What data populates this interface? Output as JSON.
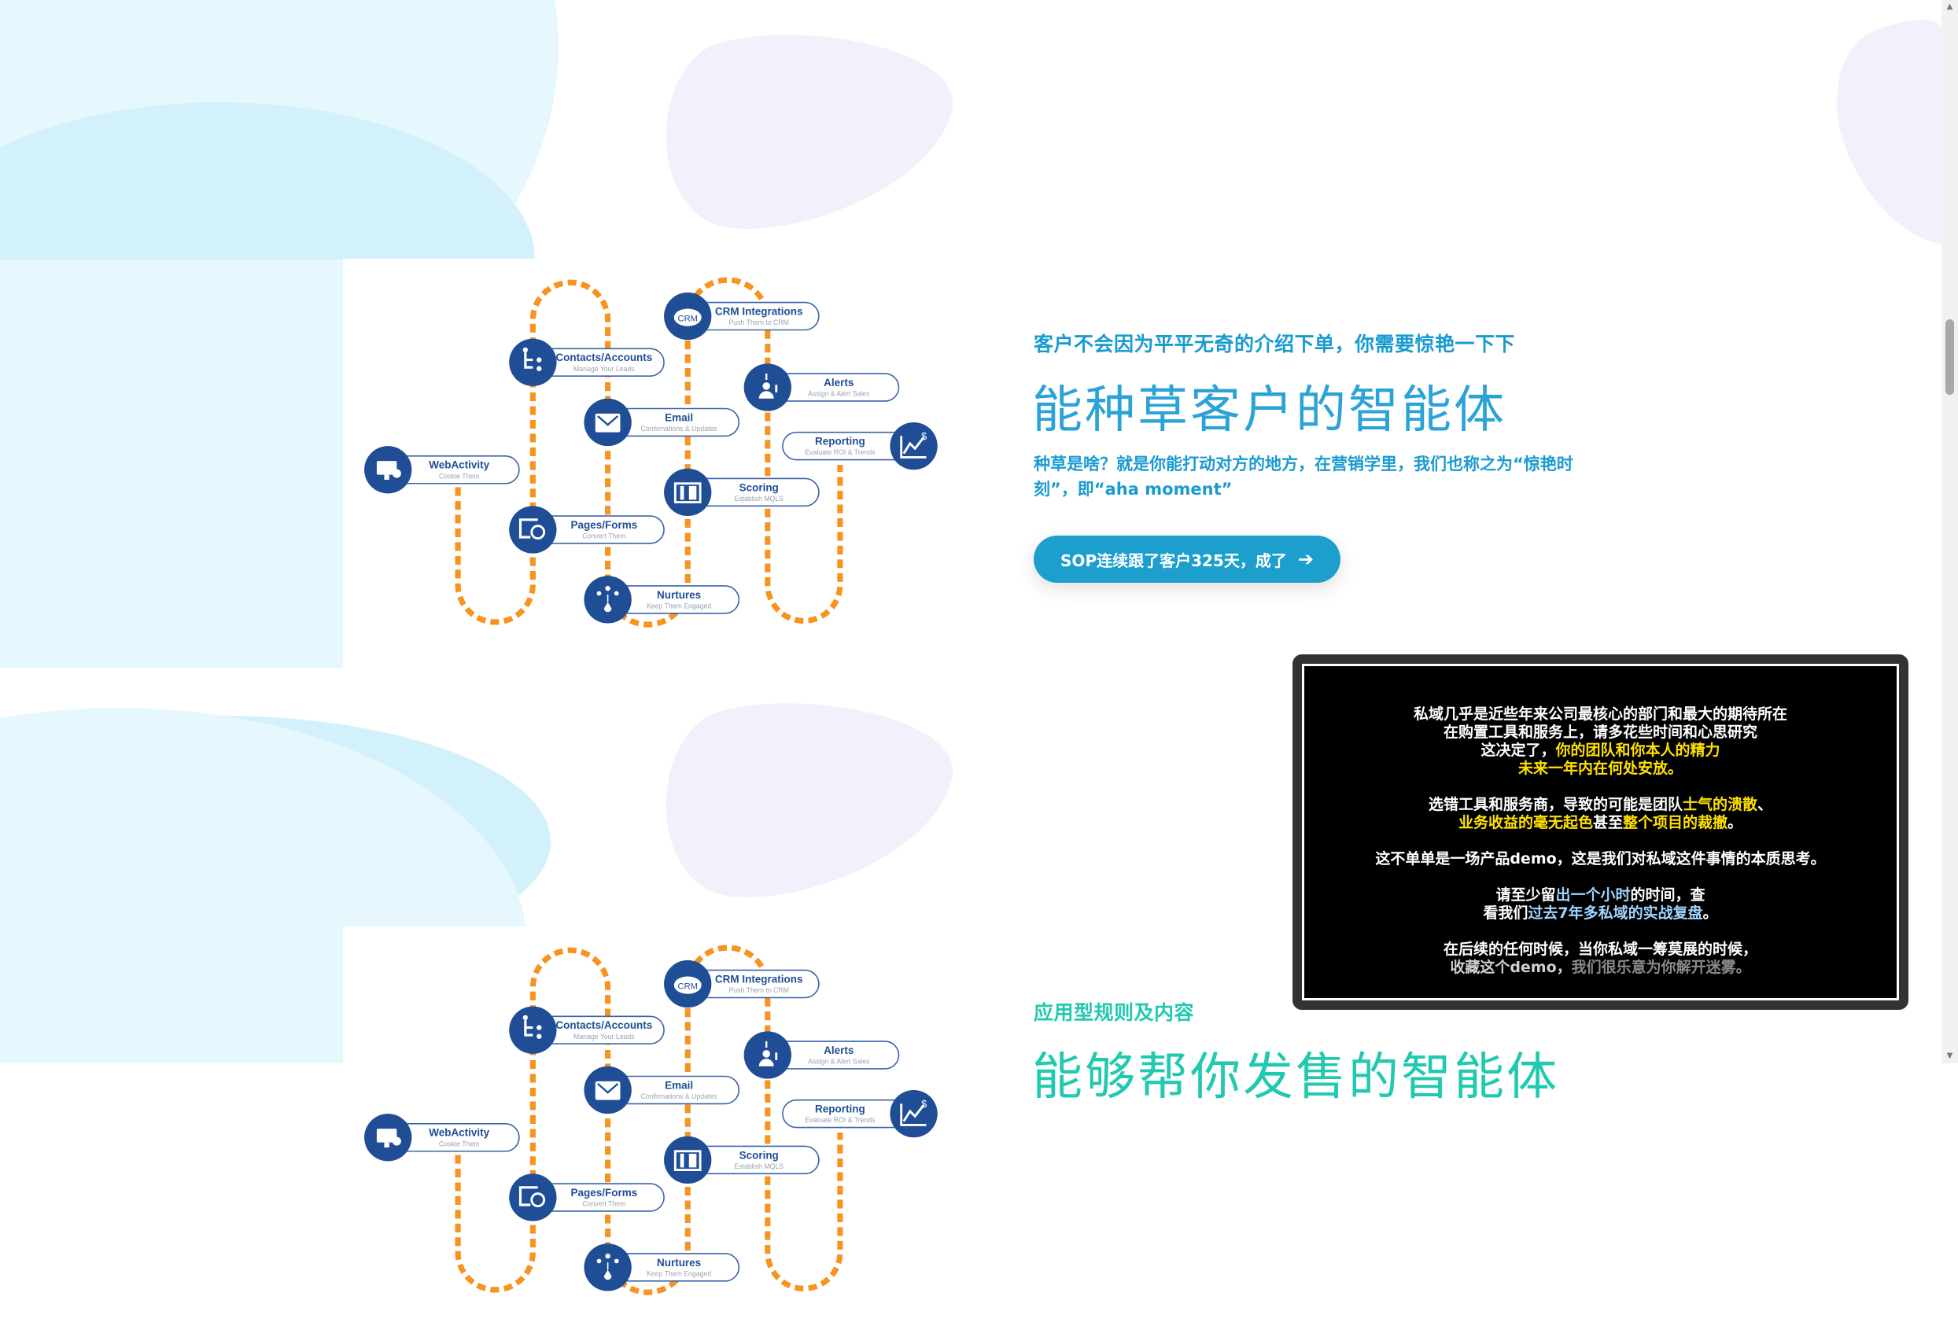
{
  "colors": {
    "accent_blue": "#1d9fcd",
    "accent_green": "#20c9b0",
    "diagram_blue": "#1f4e96",
    "diagram_orange": "#f7931e",
    "highlight_yellow": "#ffe100",
    "highlight_lightblue": "#9fd4ff"
  },
  "diagram": {
    "nodes": [
      {
        "id": "webactivity",
        "title": "WebActivity",
        "sub": "Cookie Them",
        "icon": "monitor-cookie-icon"
      },
      {
        "id": "contacts",
        "title": "Contacts/Accounts",
        "sub": "Manage Your Leads",
        "icon": "org-chart-icon"
      },
      {
        "id": "crm",
        "title": "CRM Integrations",
        "sub": "Push Them to CRM",
        "icon": "crm-cloud-icon"
      },
      {
        "id": "alerts",
        "title": "Alerts",
        "sub": "Assign & Alert Sales",
        "icon": "user-alert-icon"
      },
      {
        "id": "email",
        "title": "Email",
        "sub": "Confirmations & Updates",
        "icon": "envelope-icon"
      },
      {
        "id": "reporting",
        "title": "Reporting",
        "sub": "Evaluate ROI & Trends",
        "icon": "chart-dollar-icon"
      },
      {
        "id": "scoring",
        "title": "Scoring",
        "sub": "Establish MQLS",
        "icon": "scoreboard-icon"
      },
      {
        "id": "pages",
        "title": "Pages/Forms",
        "sub": "Convert Them",
        "icon": "page-refresh-icon"
      },
      {
        "id": "nurtures",
        "title": "Nurtures",
        "sub": "Keep Them Engaged",
        "icon": "nurture-drop-icon"
      }
    ]
  },
  "section1": {
    "subtitle": "客户不会因为平平无奇的介绍下单，你需要惊艳一下下",
    "heading": "能种草客户的智能体",
    "paragraph": "种草是啥？就是你能打动对方的地方，在营销学里，我们也称之为“惊艳时刻”，即“aha moment”",
    "cta_label": "SOP连续跟了客户325天，成了",
    "cta_icon": "arrow-right-icon"
  },
  "video": {
    "lines": [
      [
        {
          "t": "私域几乎是近些年来公司最核心的部门和最大的期待所在",
          "c": "#ffffff"
        }
      ],
      [
        {
          "t": "在购置工具和服务上，请多花些时间和心思研究",
          "c": "#ffffff"
        }
      ],
      [
        {
          "t": "这决定了，",
          "c": "#ffffff"
        },
        {
          "t": "你的团队和你本人的精力",
          "c": "#ffe100"
        }
      ],
      [
        {
          "t": "未来一年内在何处安放。",
          "c": "#ffe100"
        }
      ],
      [],
      [
        {
          "t": "选错工具和服务商，导致的可能是团队",
          "c": "#ffffff"
        },
        {
          "t": "士气的溃散",
          "c": "#ffe100"
        },
        {
          "t": "、",
          "c": "#ffffff"
        }
      ],
      [
        {
          "t": "业务收益的毫无起色",
          "c": "#ffe100"
        },
        {
          "t": "甚至",
          "c": "#ffffff"
        },
        {
          "t": "整个项目的裁撤",
          "c": "#ffe100"
        },
        {
          "t": "。",
          "c": "#ffffff"
        }
      ],
      [],
      [
        {
          "t": "这不单单是一场产品demo，这是我们对私域这件事情的本质思考。",
          "c": "#ffffff"
        }
      ],
      [],
      [
        {
          "t": "请至少留",
          "c": "#ffffff"
        },
        {
          "t": "出一个小时",
          "c": "#9fd4ff"
        },
        {
          "t": "的时间，查",
          "c": "#ffffff"
        }
      ],
      [
        {
          "t": "看我们",
          "c": "#ffffff"
        },
        {
          "t": "过去7年多私域的实战复盘",
          "c": "#9fd4ff"
        },
        {
          "t": "。",
          "c": "#ffffff"
        }
      ],
      [],
      [
        {
          "t": "在后续的任何时候，当你私域一筹莫展的时候，",
          "c": "#ffffff"
        }
      ],
      [
        {
          "t": "收藏这个demo，",
          "c": "#cfcfcf"
        },
        {
          "t": "我们很乐意为你解开迷雾。",
          "c": "#8a8a8a"
        }
      ]
    ]
  },
  "section2": {
    "subtitle": "应用型规则及内容",
    "heading": "能够帮你发售的智能体"
  }
}
